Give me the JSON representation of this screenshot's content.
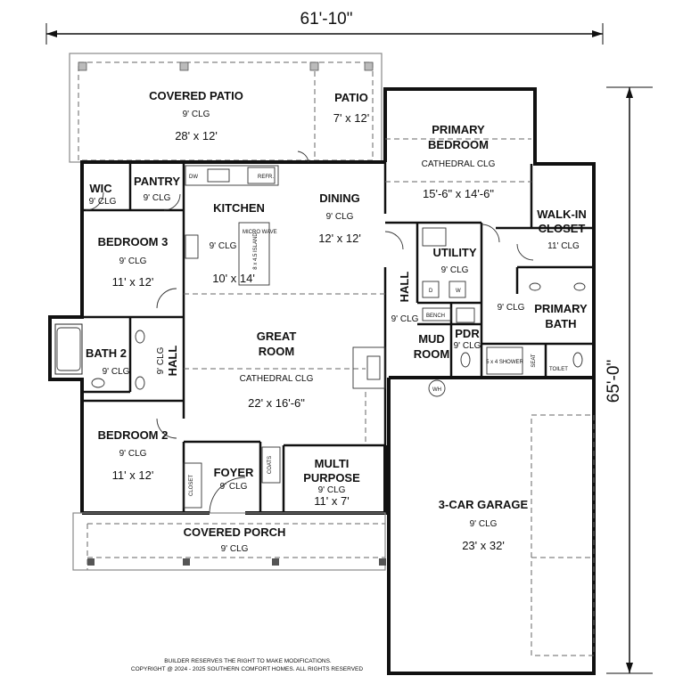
{
  "dimensions": {
    "width": "61'-10\"",
    "depth": "65'-0\""
  },
  "rooms": {
    "covered_patio": {
      "name": "COVERED PATIO",
      "ceiling": "9' CLG",
      "size": "28' x 12'"
    },
    "patio": {
      "name": "PATIO",
      "size": "7' x 12'"
    },
    "primary_bedroom": {
      "name1": "PRIMARY",
      "name2": "BEDROOM",
      "ceiling": "CATHEDRAL CLG",
      "size": "15'-6\" x 14'-6\""
    },
    "wic": {
      "name": "WIC",
      "ceiling": "9' CLG"
    },
    "pantry": {
      "name": "PANTRY",
      "ceiling": "9' CLG"
    },
    "kitchen": {
      "name": "KITCHEN",
      "ceiling": "9' CLG",
      "size": "10' x 14'",
      "microwave": "MICRO WAVE",
      "island": "8 x 4.5 ISLAND",
      "dw": "DW",
      "refr": "REFR."
    },
    "dining": {
      "name": "DINING",
      "ceiling": "9' CLG",
      "size": "12' x 12'"
    },
    "walkin_closet": {
      "name1": "WALK-IN",
      "name2": "CLOSET",
      "ceiling": "11' CLG"
    },
    "bedroom3": {
      "name": "BEDROOM 3",
      "ceiling": "9' CLG",
      "size": "11' x 12'"
    },
    "utility": {
      "name": "UTILITY",
      "ceiling": "9' CLG",
      "d": "D",
      "w": "W"
    },
    "hall_right": {
      "name": "HALL",
      "ceiling": "9' CLG"
    },
    "bench": "BENCH",
    "primary_bath": {
      "name1": "PRIMARY",
      "name2": "BATH",
      "ceiling": "9' CLG",
      "shower": "5 x 4 SHOWER",
      "seat": "SEAT",
      "toilet": "TOILET"
    },
    "great_room": {
      "name1": "GREAT",
      "name2": "ROOM",
      "ceiling": "CATHEDRAL CLG",
      "size": "22' x 16'-6\""
    },
    "bath2": {
      "name": "BATH 2",
      "ceiling": "9' CLG"
    },
    "hall_left": {
      "name": "HALL",
      "ceiling": "9' CLG"
    },
    "pdr": {
      "name": "PDR",
      "ceiling": "9' CLG"
    },
    "mud_room": {
      "name1": "MUD",
      "name2": "ROOM"
    },
    "wh": "WH",
    "bedroom2": {
      "name": "BEDROOM 2",
      "ceiling": "9' CLG",
      "size": "11' x 12'",
      "closet": "CLOSET"
    },
    "foyer": {
      "name": "FOYER",
      "ceiling": "9' CLG",
      "coats": "COATS"
    },
    "multi_purpose": {
      "name1": "MULTI",
      "name2": "PURPOSE",
      "ceiling": "9' CLG",
      "size": "11' x 7'"
    },
    "garage": {
      "name": "3-CAR GARAGE",
      "ceiling": "9' CLG",
      "size": "23' x 32'"
    },
    "covered_porch": {
      "name": "COVERED PORCH",
      "ceiling": "9' CLG"
    }
  },
  "footer": {
    "line1": "BUILDER RESERVES THE RIGHT TO MAKE MODIFICATIONS.",
    "line2": "COPYRIGHT @ 2024 - 2025 SOUTHERN COMFORT HOMES. ALL RIGHTS RESERVED"
  }
}
